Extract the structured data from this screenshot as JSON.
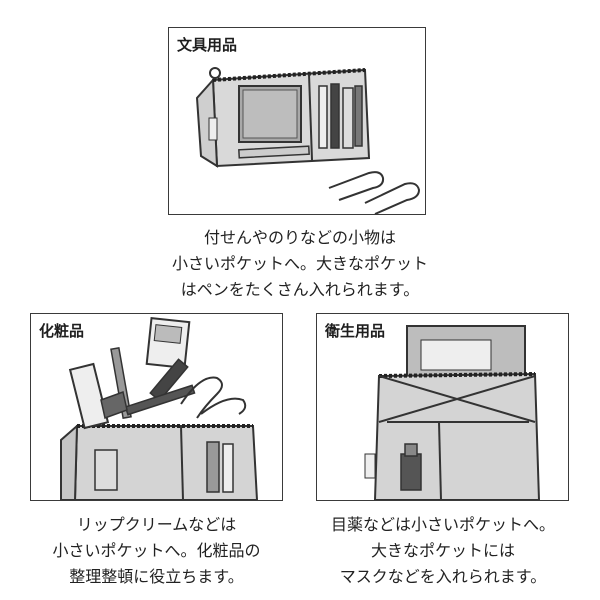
{
  "panels": {
    "stationery": {
      "label": "文具用品",
      "caption": [
        "付せんやのりなどの小物は",
        "小さいポケットへ。大きなポケット",
        "はペンをたくさん入れられます。"
      ]
    },
    "cosmetics": {
      "label": "化粧品",
      "caption": [
        "リップクリームなどは",
        "小さいポケットへ。化粧品の",
        "整理整頓に役立ちます。"
      ]
    },
    "sanitary": {
      "label": "衛生用品",
      "caption": [
        "目薬などは小さいポケットへ。",
        "大きなポケットには",
        "マスクなどを入れられます。"
      ]
    }
  }
}
